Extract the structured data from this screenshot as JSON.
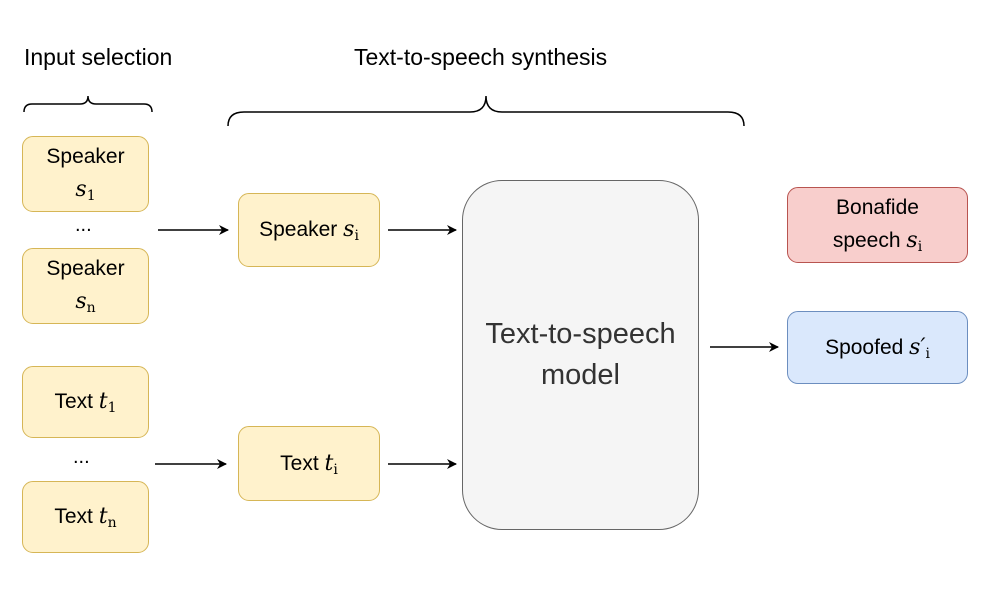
{
  "headings": {
    "input_selection": "Input selection",
    "tts_synthesis": "Text-to-speech synthesis"
  },
  "inputs": {
    "speaker_first": {
      "word": "Speaker",
      "symbol": "s",
      "sub": "1"
    },
    "speaker_dots": "...",
    "speaker_last": {
      "word": "Speaker",
      "symbol": "s",
      "sub": "n"
    },
    "text_first": {
      "word": "Text",
      "symbol": "t",
      "sub": "1"
    },
    "text_dots": "...",
    "text_last": {
      "word": "Text",
      "symbol": "t",
      "sub": "n"
    }
  },
  "selected": {
    "speaker": {
      "word": "Speaker",
      "symbol": "s",
      "sub": "i"
    },
    "text": {
      "word": "Text",
      "symbol": "t",
      "sub": "i"
    }
  },
  "model": {
    "line1": "Text-to-speech",
    "line2": "model"
  },
  "outputs": {
    "bonafide": {
      "line1": "Bonafide",
      "word": "speech",
      "symbol": "s",
      "sub": "i"
    },
    "spoofed": {
      "word": "Spoofed",
      "symbol": "s′",
      "sub": "i"
    }
  },
  "colors": {
    "yellow_fill": "#fff2cc",
    "yellow_stroke": "#d6b656",
    "gray_fill": "#f5f5f5",
    "gray_stroke": "#666666",
    "red_fill": "#f8cecc",
    "red_stroke": "#b85450",
    "blue_fill": "#dae8fc",
    "blue_stroke": "#6c8ebf"
  }
}
